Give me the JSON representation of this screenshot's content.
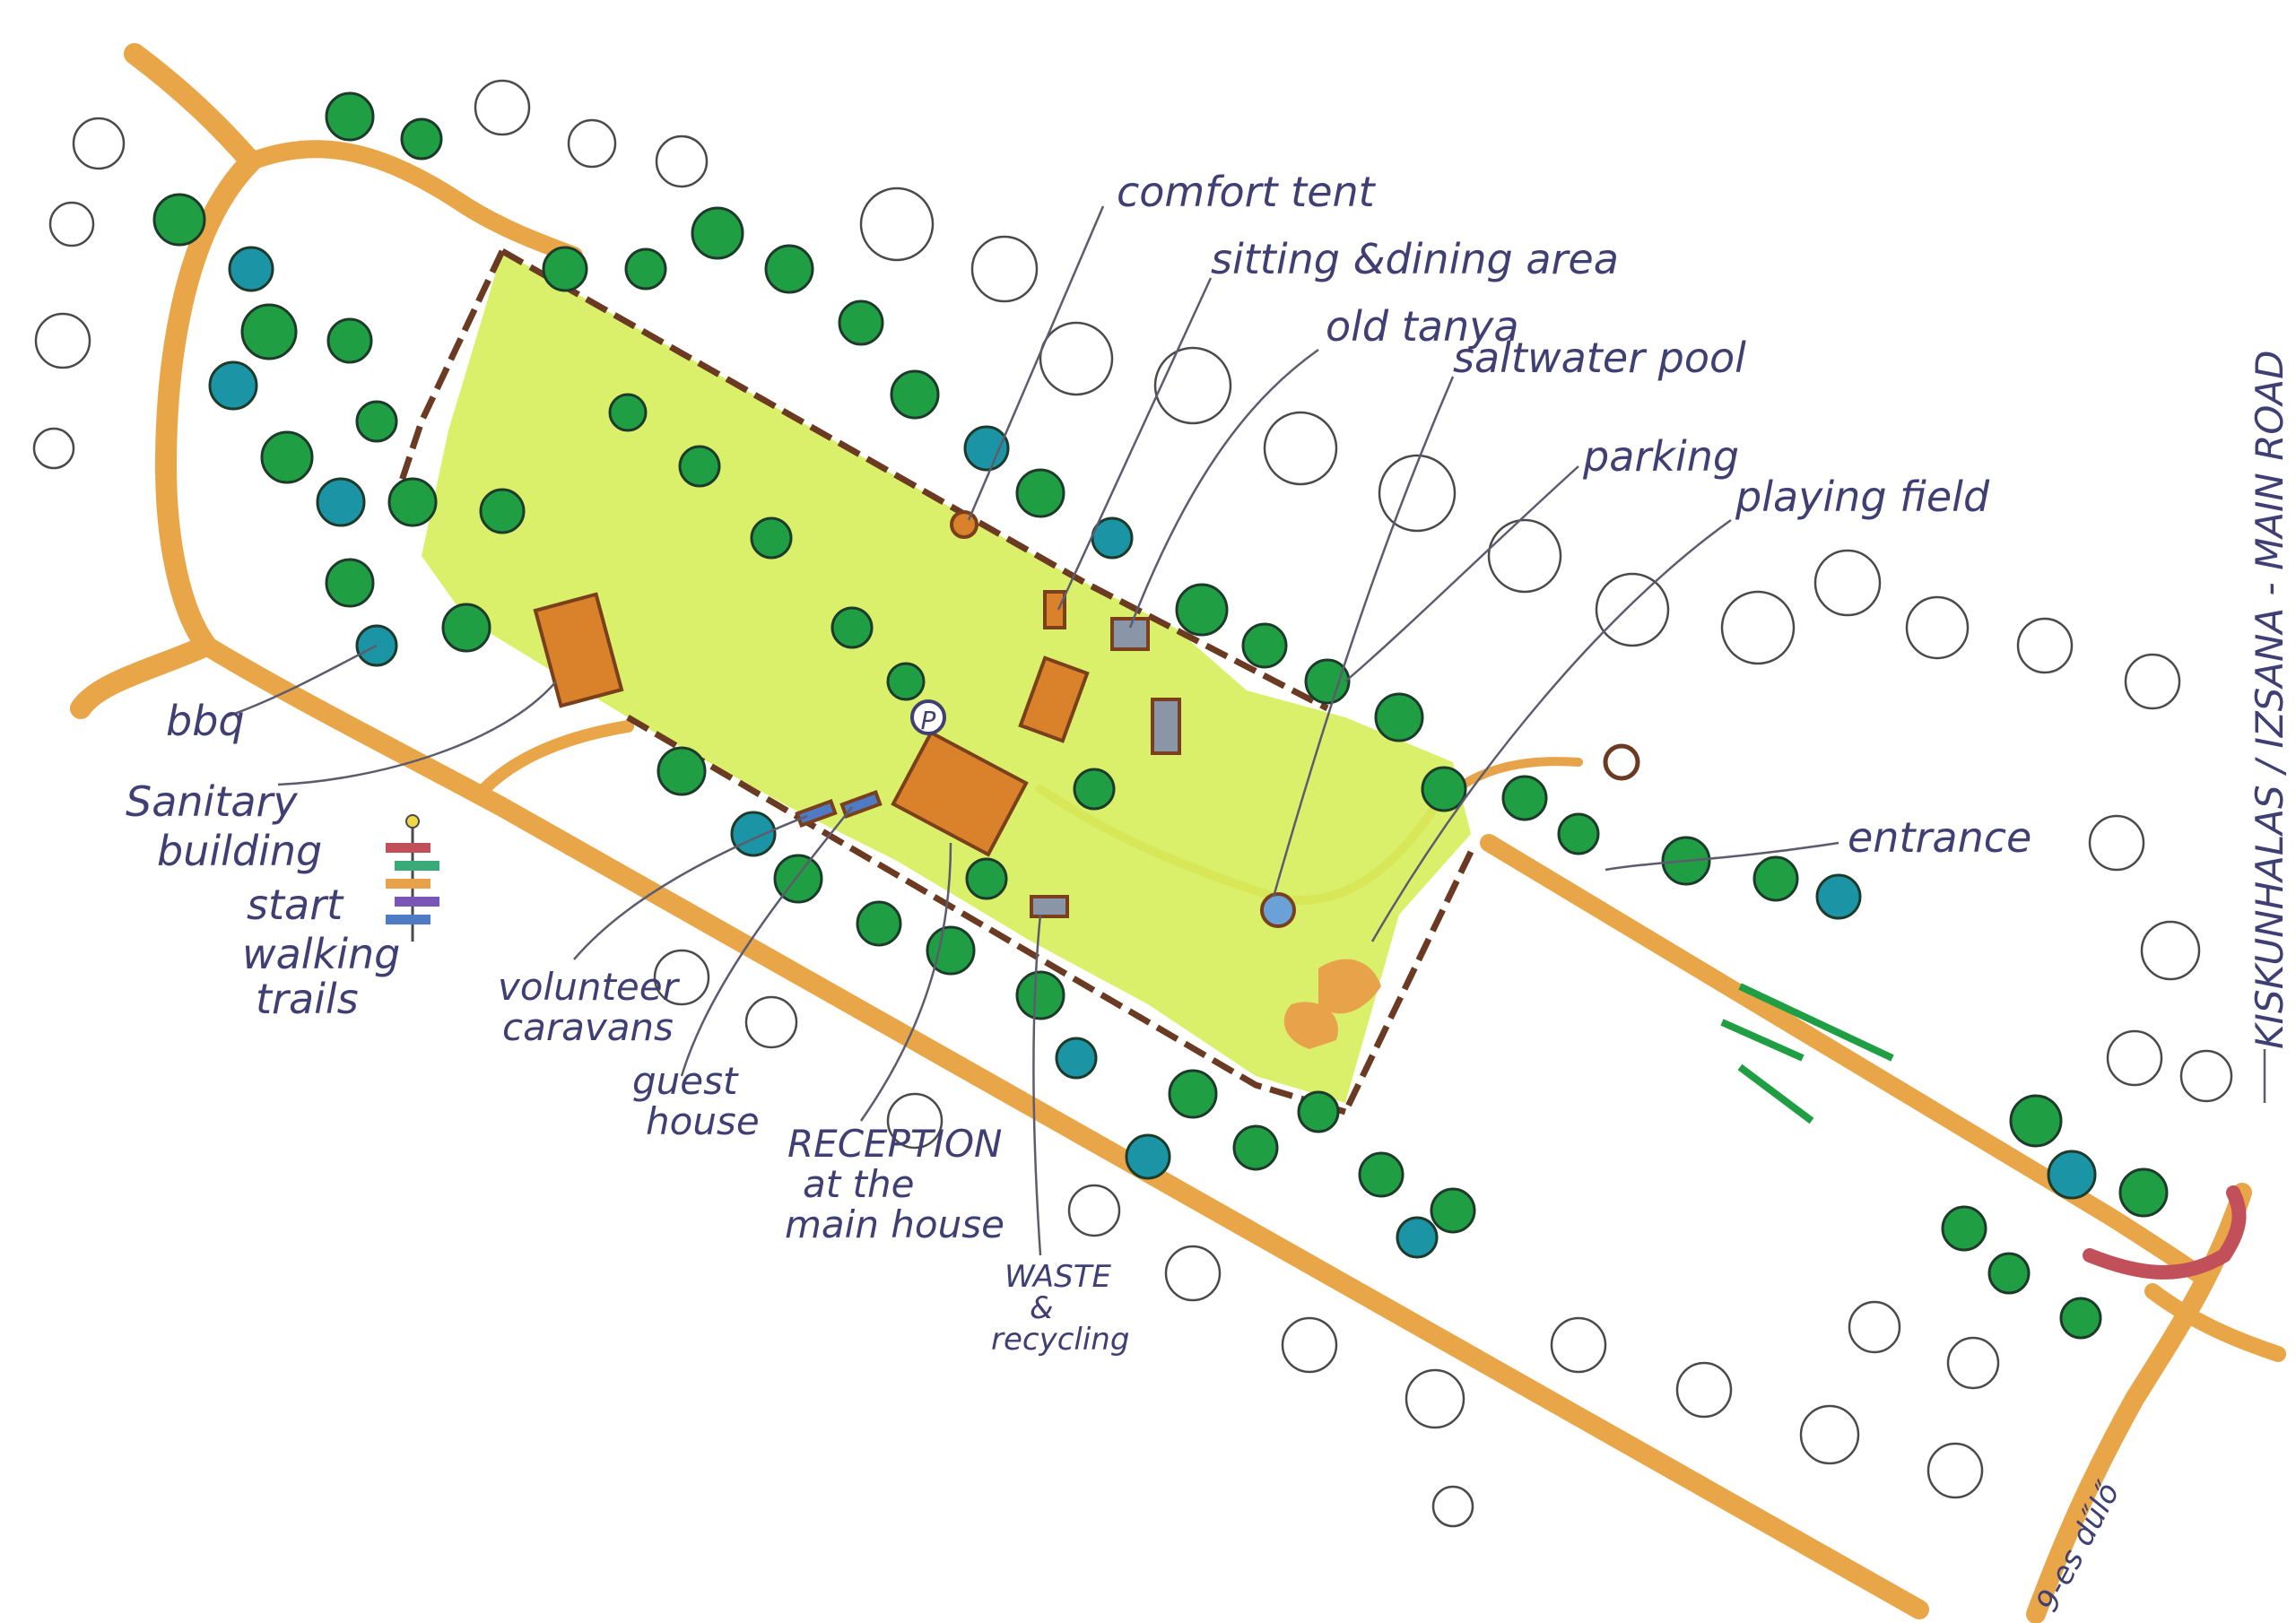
{
  "map": {
    "labels": {
      "comfort_tent": "comfort tent",
      "sitting_dining": "sitting &dining area",
      "old_tanya": "old tanya",
      "saltwater_pool": "saltwater pool",
      "parking": "parking",
      "playing_field": "playing field",
      "entrance": "entrance",
      "main_road": "KISKUNHALAS / IZSANA - MAIN ROAD",
      "bbq": "bbq",
      "sanitary_1": "Sanitary",
      "sanitary_2": "building",
      "walking_1": "start",
      "walking_2": "walking",
      "walking_3": "trails",
      "volunteer_1": "volunteer",
      "volunteer_2": "caravans",
      "guest_1": "guest",
      "guest_2": "house",
      "reception_1": "RECEPTION",
      "reception_2": "at the",
      "reception_3": "main house",
      "waste_1": "WASTE",
      "waste_2": "&",
      "waste_3": "recycling",
      "road_number": "9-es dűlő",
      "parking_symbol": "P"
    },
    "colors": {
      "meadow": "#d6ee5a",
      "tree_green": "#1f9e44",
      "tree_teal": "#1b95a6",
      "road": "#e8a648",
      "fence": "#6b3a22",
      "building": "#d9822b",
      "ink": "#3f3f74",
      "entrance_road": "#c2505a"
    }
  }
}
